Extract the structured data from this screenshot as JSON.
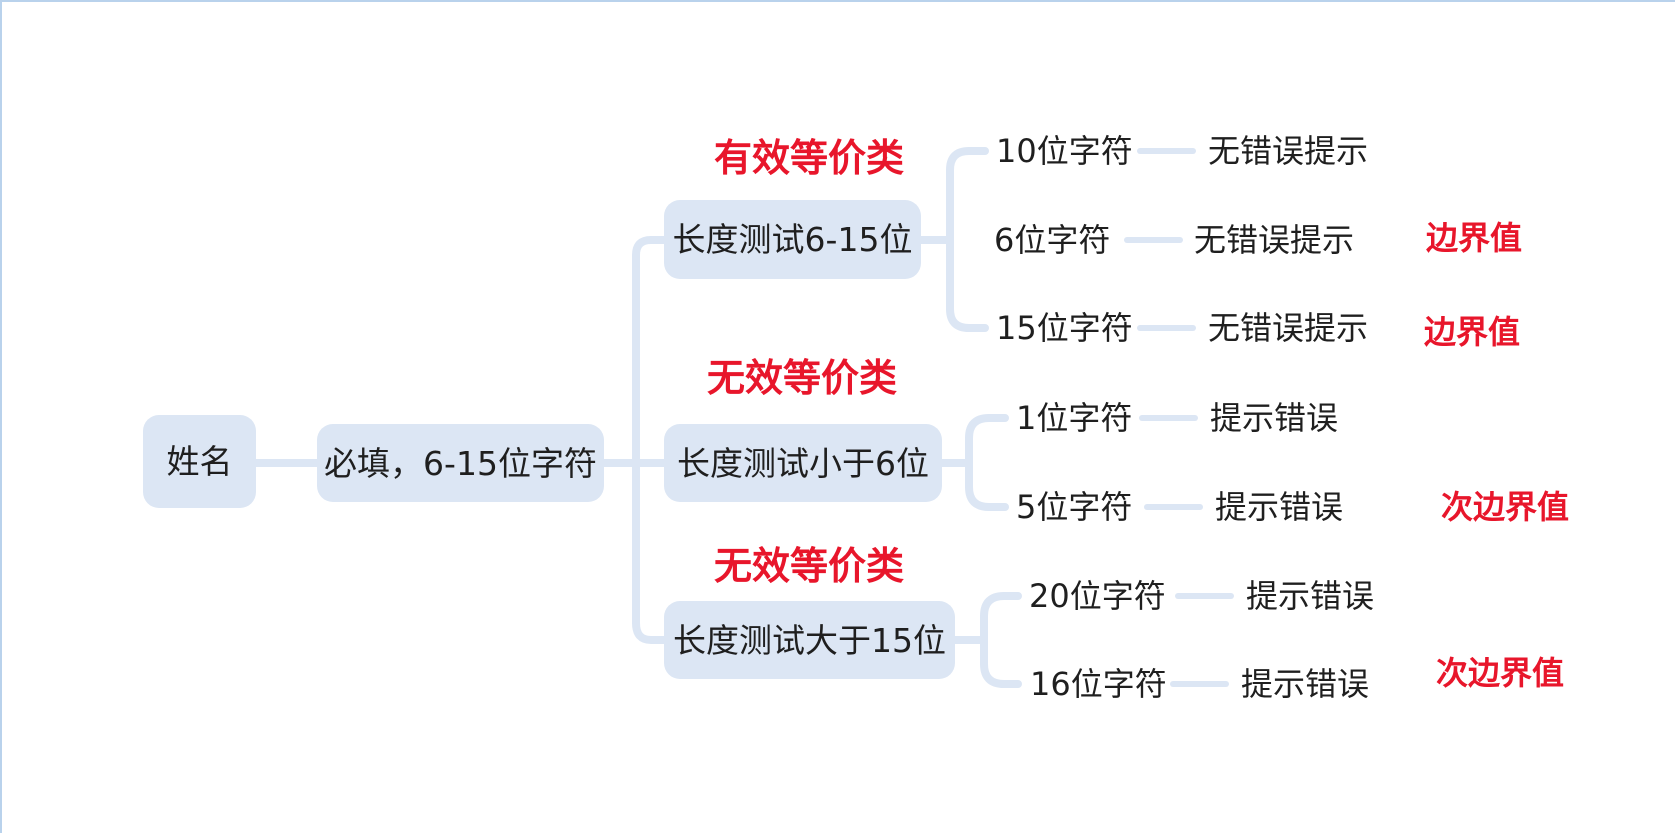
{
  "colors": {
    "node_bg": "#dce6f4",
    "connector": "#dce6f4",
    "text": "#1f1f1f",
    "highlight_red": "#e8162b"
  },
  "root": {
    "label": "姓名"
  },
  "rule": {
    "label": "必填，6-15位字符"
  },
  "branches": [
    {
      "label": "长度测试6-15位",
      "class_label": "有效等价类",
      "cases": [
        {
          "input": "10位字符",
          "result": "无错误提示",
          "note": ""
        },
        {
          "input": "6位字符",
          "result": "无错误提示",
          "note": "边界值"
        },
        {
          "input": "15位字符",
          "result": "无错误提示",
          "note": "边界值"
        }
      ]
    },
    {
      "label": "长度测试小于6位",
      "class_label": "无效等价类",
      "cases": [
        {
          "input": "1位字符",
          "result": "提示错误",
          "note": ""
        },
        {
          "input": "5位字符",
          "result": "提示错误",
          "note": "次边界值"
        }
      ]
    },
    {
      "label": "长度测试大于15位",
      "class_label": "无效等价类",
      "cases": [
        {
          "input": "20位字符",
          "result": "提示错误",
          "note": ""
        },
        {
          "input": "16位字符",
          "result": "提示错误",
          "note": "次边界值"
        }
      ]
    }
  ]
}
